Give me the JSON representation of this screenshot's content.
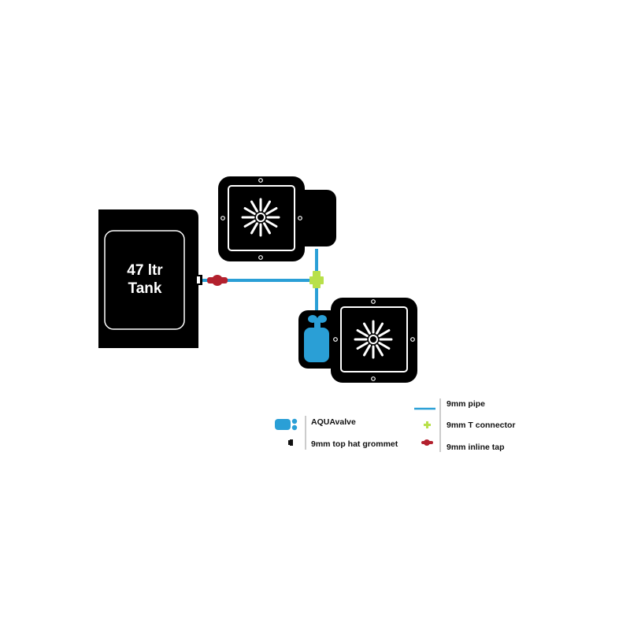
{
  "tank": {
    "label_line1": "47 ltr",
    "label_line2": "Tank"
  },
  "legend": {
    "left": [
      {
        "label": "AQUAvalve",
        "icon": "aquavalve-icon"
      },
      {
        "label": "9mm top hat grommet",
        "icon": "grommet-icon"
      }
    ],
    "right": [
      {
        "label": "9mm pipe",
        "icon": "pipe-icon"
      },
      {
        "label": "9mm T connector",
        "icon": "t-connector-icon"
      },
      {
        "label": "9mm inline tap",
        "icon": "inline-tap-icon"
      }
    ]
  },
  "colors": {
    "unit": "#000000",
    "pipe": "#2a9fd6",
    "aquavalve": "#2a9fd6",
    "t_connector": "#b8e04a",
    "inline_tap": "#b3212e"
  }
}
